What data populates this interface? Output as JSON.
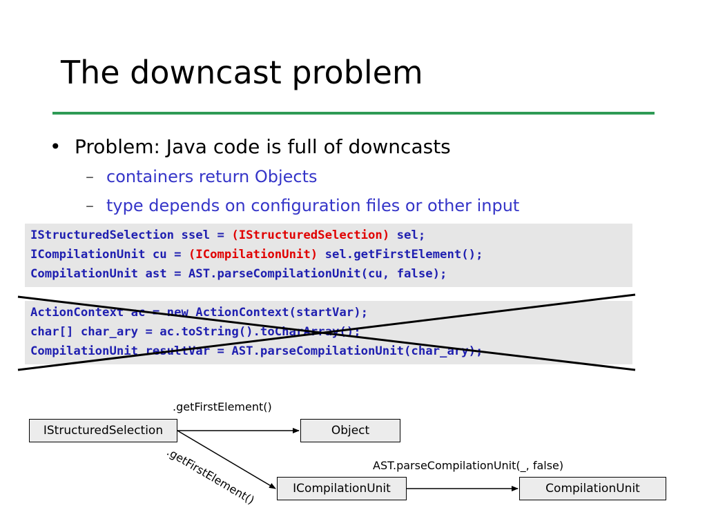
{
  "slide": {
    "title": "The downcast problem",
    "bullet": "Problem: Java code is full of downcasts",
    "subs": [
      "containers return Objects",
      "type depends on configuration files or other input"
    ]
  },
  "code1": {
    "l1a": "IStructuredSelection ssel = ",
    "l1b": "(IStructuredSelection)",
    "l1c": " sel;",
    "l2a": "ICompilationUnit cu = ",
    "l2b": "(ICompilationUnit)",
    "l2c": " sel.getFirstElement();",
    "l3": "CompilationUnit ast = AST.parseCompilationUnit(cu, false);"
  },
  "code2": {
    "l1": "ActionContext ac = new ActionContext(startVar);",
    "l2": "char[] char_ary = ac.toString().toCharArray();",
    "l3": "CompilationUnit resultVar = AST.parseCompilationUnit(char_ary);"
  },
  "diagram": {
    "node_selection": "IStructuredSelection",
    "node_object": "Object",
    "node_cu": "ICompilationUnit",
    "node_compunit": "CompilationUnit",
    "edge_top": ".getFirstElement()",
    "edge_diag": ".getFirstElement()",
    "edge_parse": "AST.parseCompilationUnit(_, false)"
  },
  "colors": {
    "accent_rule": "#2e9a55",
    "sub_text": "#3535c8",
    "code_text": "#1f1fb0",
    "cast_highlight": "#e00000"
  }
}
